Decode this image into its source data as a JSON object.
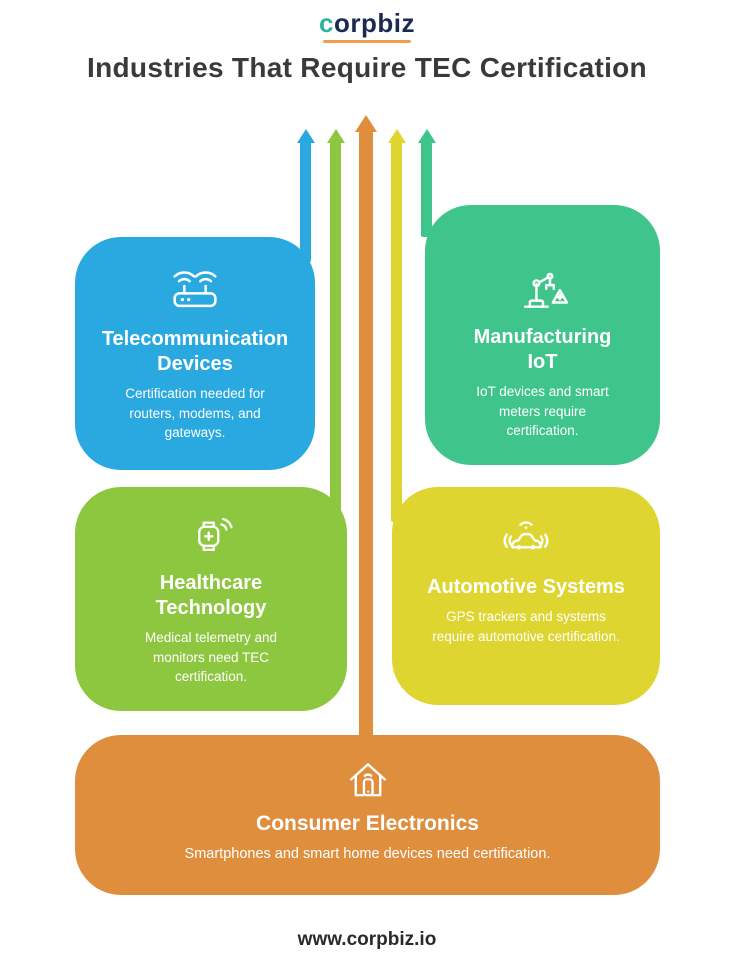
{
  "logo": {
    "prefix": "c",
    "rest": "orpbiz"
  },
  "title": "Industries That Require TEC Certification",
  "cards": [
    {
      "id": "telecommunication-devices",
      "title": "Telecommunication\nDevices",
      "desc": "Certification needed for routers, modems, and gateways.",
      "color": "#2aa9e0",
      "icon": "router-icon"
    },
    {
      "id": "manufacturing-iot",
      "title": "Manufacturing\nIoT",
      "desc": "IoT devices and smart meters require certification.",
      "color": "#3fc58c",
      "icon": "robot-arm-icon"
    },
    {
      "id": "healthcare-technology",
      "title": "Healthcare\nTechnology",
      "desc": "Medical telemetry and monitors need TEC certification.",
      "color": "#8dc63f",
      "icon": "smartwatch-icon"
    },
    {
      "id": "automotive-systems",
      "title": "Automotive Systems",
      "desc": "GPS trackers and systems require automotive certification.",
      "color": "#ded531",
      "icon": "connected-car-icon"
    },
    {
      "id": "consumer-electronics",
      "title": "Consumer Electronics",
      "desc": "Smartphones and smart home devices need certification.",
      "color": "#df8e3e",
      "icon": "smart-home-icon"
    }
  ],
  "connectors": {
    "colors": [
      "#2aa9e0",
      "#8dc63f",
      "#df8e3e",
      "#ded531",
      "#3fc58c"
    ]
  },
  "footer": {
    "url": "www.corpbiz.io"
  }
}
